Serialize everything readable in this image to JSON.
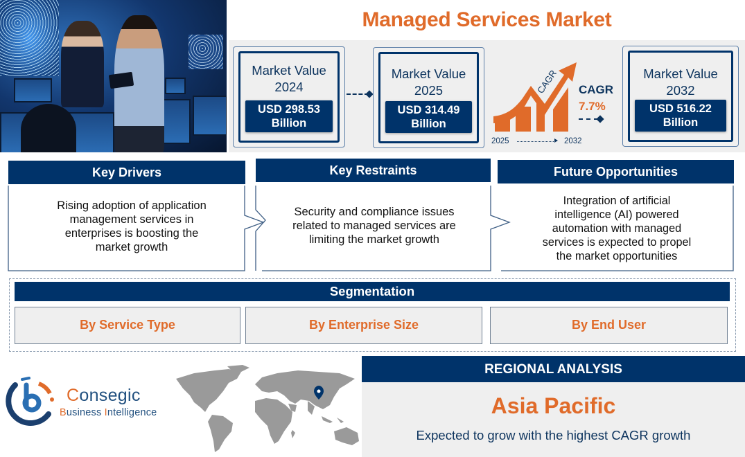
{
  "header": {
    "title": "Managed Services Market",
    "hero_image": "control-room-professionals-photo"
  },
  "market_values": [
    {
      "label_line1": "Market Value",
      "year": "2024",
      "value_line1": "USD 298.53",
      "value_line2": "Billion"
    },
    {
      "label_line1": "Market Value",
      "year": "2025",
      "value_line1": "USD 314.49",
      "value_line2": "Billion"
    },
    {
      "label_line1": "Market Value",
      "year": "2032",
      "value_line1": "USD 516.22",
      "value_line2": "Billion"
    }
  ],
  "cagr": {
    "graphic_text": "CAGR",
    "label": "CAGR",
    "value": "7.7%",
    "start_year": "2025",
    "end_year": "2032",
    "icon": "growth-arrow-bar-chart-icon"
  },
  "cards": [
    {
      "title": "Key Drivers",
      "lines": [
        "Rising adoption of application",
        "management services in",
        "enterprises is boosting the",
        "market growth"
      ]
    },
    {
      "title": "Key Restraints",
      "lines": [
        "Security and compliance issues",
        "related to managed services are",
        "limiting the market growth"
      ]
    },
    {
      "title": "Future Opportunities",
      "lines": [
        "Integration of artificial",
        "intelligence (AI) powered",
        "automation with managed",
        "services is expected to propel",
        "the market opportunities"
      ]
    }
  ],
  "segmentation": {
    "title": "Segmentation",
    "items": [
      "By Service Type",
      "By Enterprise Size",
      "By End User"
    ]
  },
  "logo": {
    "name_initial": "C",
    "name_rest": "onsegic",
    "tag_b": "B",
    "tag_usiness": "usiness ",
    "tag_i": "I",
    "tag_ntelligence": "ntelligence"
  },
  "regional": {
    "title": "REGIONAL ANALYSIS",
    "region": "Asia Pacific",
    "description": "Expected to grow with the highest CAGR growth",
    "map_icon": "world-map-with-location-pin"
  },
  "colors": {
    "navy": "#00336a",
    "orange": "#e06b2a",
    "panel_gray": "#efefef",
    "map_gray": "#9a9a9a"
  }
}
